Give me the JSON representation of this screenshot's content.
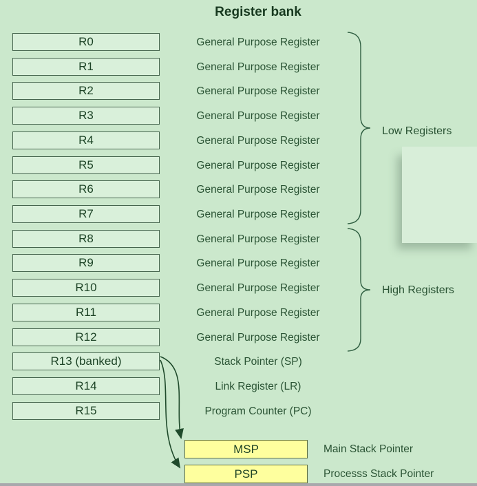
{
  "title": "Register bank",
  "registers": [
    {
      "name": "R0",
      "desc": "General Purpose Register"
    },
    {
      "name": "R1",
      "desc": "General Purpose Register"
    },
    {
      "name": "R2",
      "desc": "General Purpose Register"
    },
    {
      "name": "R3",
      "desc": "General Purpose Register"
    },
    {
      "name": "R4",
      "desc": "General Purpose Register"
    },
    {
      "name": "R5",
      "desc": "General Purpose Register"
    },
    {
      "name": "R6",
      "desc": "General Purpose Register"
    },
    {
      "name": "R7",
      "desc": "General Purpose Register"
    },
    {
      "name": "R8",
      "desc": "General Purpose Register"
    },
    {
      "name": "R9",
      "desc": "General Purpose Register"
    },
    {
      "name": "R10",
      "desc": "General Purpose Register"
    },
    {
      "name": "R11",
      "desc": "General Purpose Register"
    },
    {
      "name": "R12",
      "desc": "General Purpose Register"
    },
    {
      "name": "R13 (banked)",
      "desc": "Stack Pointer (SP)"
    },
    {
      "name": "R14",
      "desc": "Link Register (LR)"
    },
    {
      "name": "R15",
      "desc": "Program Counter (PC)"
    }
  ],
  "groups": [
    {
      "label": "Low Registers"
    },
    {
      "label": "High Registers"
    }
  ],
  "stack_pointers": [
    {
      "label": "MSP",
      "desc": "Main Stack Pointer"
    },
    {
      "label": "PSP",
      "desc": "Processs Stack Pointer"
    }
  ],
  "colors": {
    "background": "#cbe8cc",
    "box_fill": "#d9f0da",
    "box_border": "#46654e",
    "text_dark": "#1d4326",
    "text_desc": "#2a5334",
    "brace_arrow": "#2f5e41",
    "sp_fill": "#feff9e",
    "sp_border": "#5e6e3e"
  }
}
